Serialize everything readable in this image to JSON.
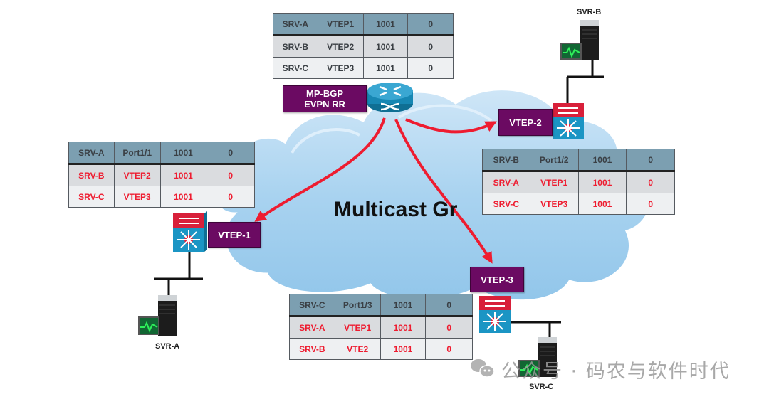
{
  "diagram": {
    "cloud_label": "Multicast Gr",
    "route_reflector": {
      "label_line1": "MP-BGP",
      "label_line2": "EVPN RR"
    },
    "vteps": [
      {
        "id": "vtep1",
        "label": "VTEP-1"
      },
      {
        "id": "vtep2",
        "label": "VTEP-2"
      },
      {
        "id": "vtep3",
        "label": "VTEP-3"
      }
    ],
    "servers": [
      {
        "id": "svr-a",
        "label": "SVR-A"
      },
      {
        "id": "svr-b",
        "label": "SVR-B"
      },
      {
        "id": "svr-c",
        "label": "SVR-C"
      }
    ],
    "colors": {
      "vtep_tag": "#6b0a62",
      "arrow": "#ee1c30",
      "table_header": "#7c9fb1",
      "cloud": "#9cccec"
    }
  },
  "tables": {
    "rr": {
      "rows": [
        [
          "SRV-A",
          "VTEP1",
          "1001",
          "0"
        ],
        [
          "SRV-B",
          "VTEP2",
          "1001",
          "0"
        ],
        [
          "SRV-C",
          "VTEP3",
          "1001",
          "0"
        ]
      ]
    },
    "vtep1": {
      "rows": [
        [
          "SRV-A",
          "Port1/1",
          "1001",
          "0"
        ],
        [
          "SRV-B",
          "VTEP2",
          "1001",
          "0"
        ],
        [
          "SRV-C",
          "VTEP3",
          "1001",
          "0"
        ]
      ]
    },
    "vtep2": {
      "rows": [
        [
          "SRV-B",
          "Port1/2",
          "1001",
          "0"
        ],
        [
          "SRV-A",
          "VTEP1",
          "1001",
          "0"
        ],
        [
          "SRV-C",
          "VTEP3",
          "1001",
          "0"
        ]
      ]
    },
    "vtep3": {
      "rows": [
        [
          "SRV-C",
          "Port1/3",
          "1001",
          "0"
        ],
        [
          "SRV-A",
          "VTEP1",
          "1001",
          "0"
        ],
        [
          "SRV-B",
          "VTE2",
          "1001",
          "0"
        ]
      ]
    }
  },
  "watermark": {
    "text": "公众号 · 码农与软件时代"
  }
}
